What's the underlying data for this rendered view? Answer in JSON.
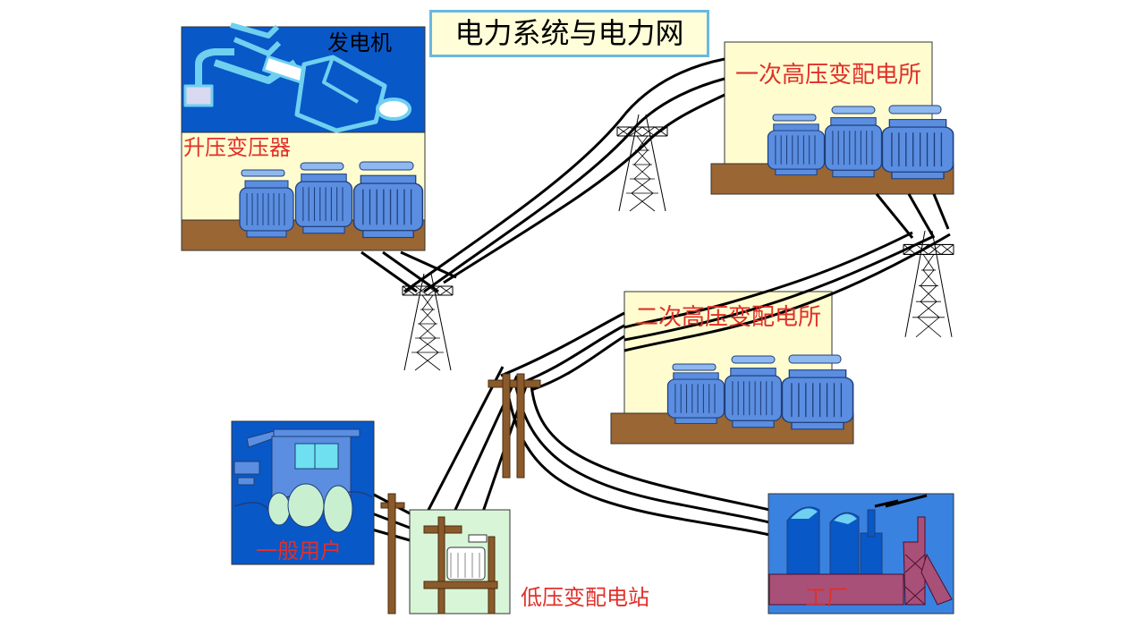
{
  "title": "电力系统与电力网",
  "labels": {
    "generator": "发电机",
    "step_up_transformer": "升压变压器",
    "primary_hv_substation": "一次高压变配电所",
    "secondary_hv_substation": "二次高压变配电所",
    "general_users": "一般用户",
    "lv_substation": "低压变配电站",
    "factory": "工厂"
  },
  "colors": {
    "generator_bg": "#0858c8",
    "substation_bg": "#fffdd0",
    "ground": "#9a6633",
    "transformer": "#5b8ee0",
    "label_red": "#e0302a",
    "title_border": "#6ab8e0",
    "factory_bg": "#3a82e0",
    "factory_label_bg": "#a85078",
    "user_bg": "#0858c8",
    "lv_bg": "#d8f5d8",
    "pole": "#8b5a2b"
  }
}
